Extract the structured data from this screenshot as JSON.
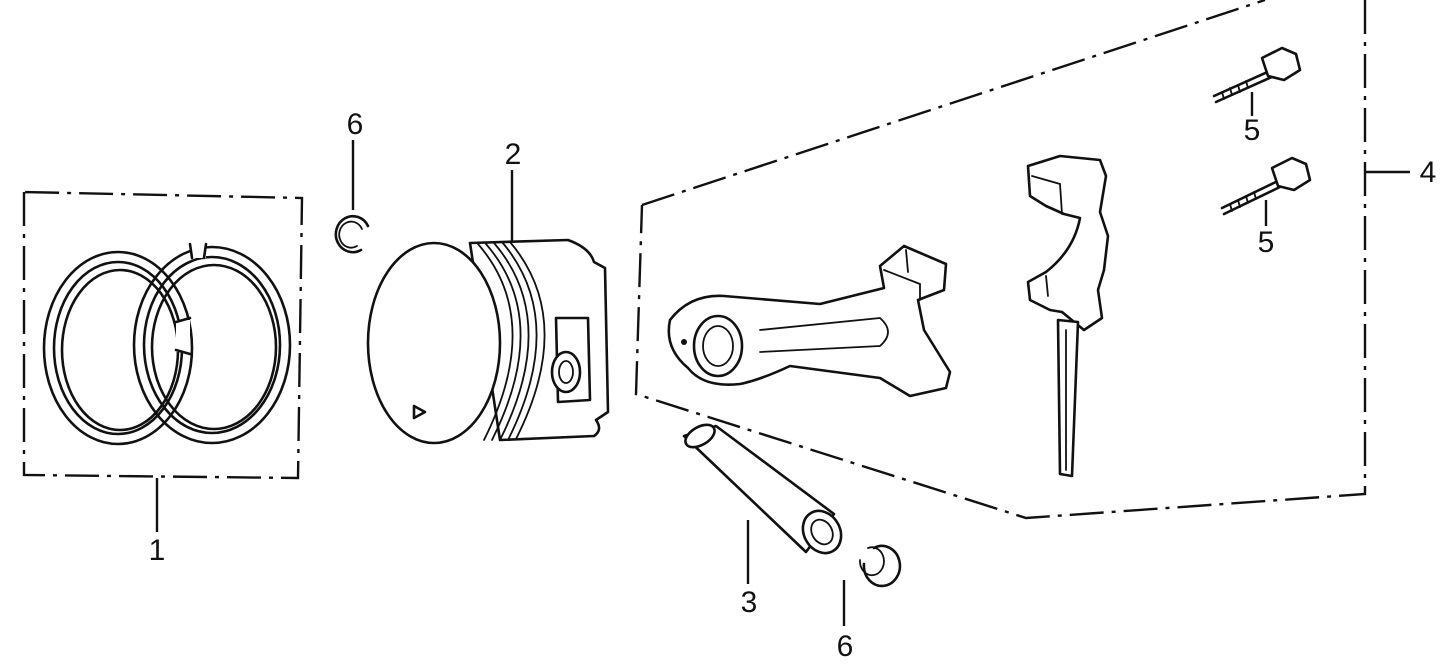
{
  "callouts": {
    "piston_ring_set": "1",
    "piston": "2",
    "piston_pin": "3",
    "connecting_rod_set": "4",
    "rod_bolt_upper": "5",
    "rod_bolt_lower": "5",
    "pin_clip_upper": "6",
    "pin_clip_lower": "6"
  }
}
